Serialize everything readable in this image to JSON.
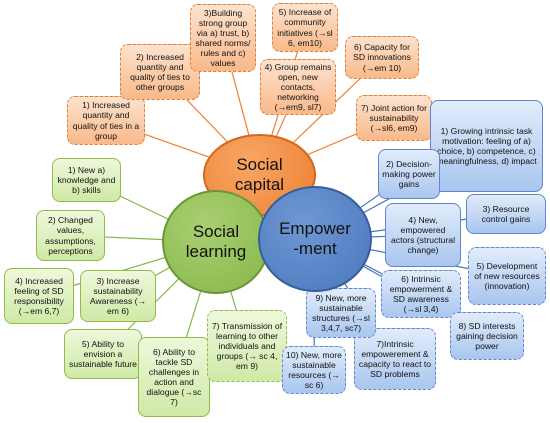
{
  "hubs": {
    "social_capital": "Social\ncapital",
    "social_learning": "Social\nlearning",
    "empowerment": "Empower\n-ment"
  },
  "social_capital": [
    "1) Increased quantity and quality of ties in a group",
    "2) Increased quantity and quality of ties to other groups",
    "3)Building strong group via a) trust, b) shared norms/ rules and c) values",
    "4) Group remains open, new contacts, networking (→em9, sl7)",
    "5) Increase of community initiatives (→sl 6, em10)",
    "6) Capacity for SD innovations (→em 10)",
    "7) Joint action for sustainability (→sl6, em9)"
  ],
  "social_learning": [
    "1) New a) knowledge and b) skills",
    "2) Changed values, assumptions, perceptions",
    "3) Increase sustainability Awareness (→ em 6)",
    "4) Increased feeling of SD responsibility (→em 6,7)",
    "5) Ability to envision a sustainable future",
    "6) Ability to tackle SD challenges in action and dialogue (→sc 7)",
    "7) Transmission of learning to other individuals and groups (→ sc 4, em 9)"
  ],
  "empowerment": [
    "1) Growing intrinsic task motivation: feeling of a) choice, b) competence, c) meaningfulness, d) impact",
    "2) Decision-making power gains",
    "3) Resource control gains",
    "4) New, empowered actors (structural change)",
    "5) Development of new resources (innovation)",
    "6) Intrinsic empowerment & SD awareness (→sl 3,4)",
    "7)Intrinsic empowerement & capacity to react to SD problems",
    "8) SD interests gaining decision power",
    "9) New, more sustainable structures (→sl 3,4,7, sc7)",
    "10) New, more sustainable resources (→ sc 6)"
  ],
  "colors": {
    "social_capital": "#ee7f32",
    "social_learning": "#86b649",
    "empowerment": "#4a77bd"
  }
}
